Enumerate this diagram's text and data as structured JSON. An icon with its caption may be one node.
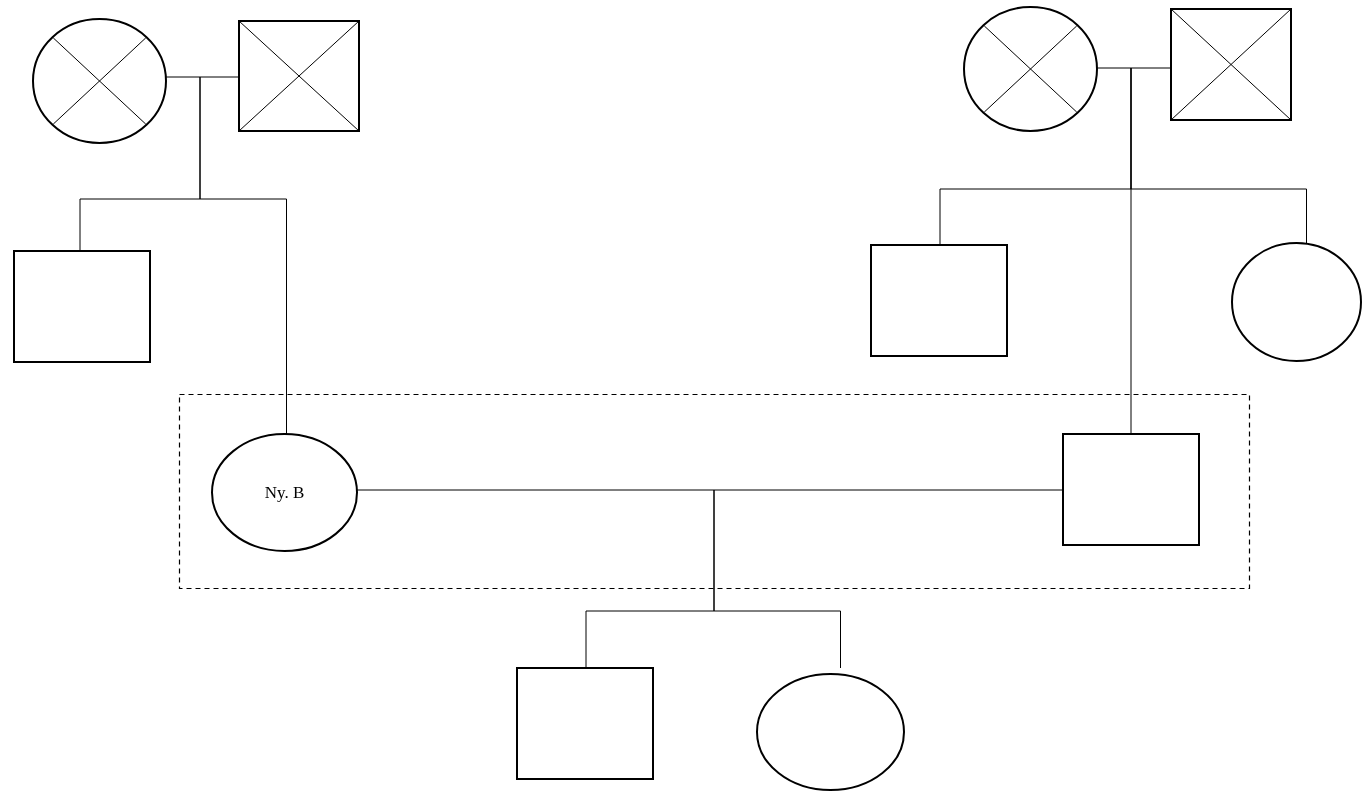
{
  "diagram": {
    "nodes": [
      {
        "text": [],
        "shape": "circle"
      },
      {
        "text": [],
        "shape": "box"
      },
      {
        "text": [],
        "shape": "circle"
      },
      {
        "text": [],
        "shape": "box"
      },
      {
        "text": [],
        "shape": "box"
      },
      {
        "text": [],
        "shape": "box"
      },
      {
        "text": [],
        "shape": "circle"
      },
      {
        "text": [],
        "shape": "box"
      },
      {
        "text": [
          "Ny. B"
        ],
        "in": 7
      },
      {
        "text": [],
        "shape": "box",
        "in": 7
      },
      {
        "text": [],
        "shape": "box"
      },
      {
        "text": [],
        "shape": "circle"
      }
    ],
    "edges": [
      {
        "from": 0,
        "to": 1,
        "arrow": "none"
      },
      {
        "from": 2,
        "to": 3,
        "arrow": "none"
      },
      {
        "from": null,
        "to": 4,
        "arrow": "none"
      },
      {
        "from": null,
        "to": 8,
        "arrow": "none"
      },
      {
        "from": null,
        "to": 5,
        "arrow": "none"
      },
      {
        "from": null,
        "to": 6,
        "arrow": "none"
      },
      {
        "from": null,
        "to": 9,
        "arrow": "none"
      },
      {
        "from": 8,
        "to": 9,
        "arrow": "none"
      },
      {
        "from": null,
        "to": 10,
        "arrow": "none"
      },
      {
        "from": null,
        "to": 11,
        "arrow": "none"
      }
    ]
  }
}
